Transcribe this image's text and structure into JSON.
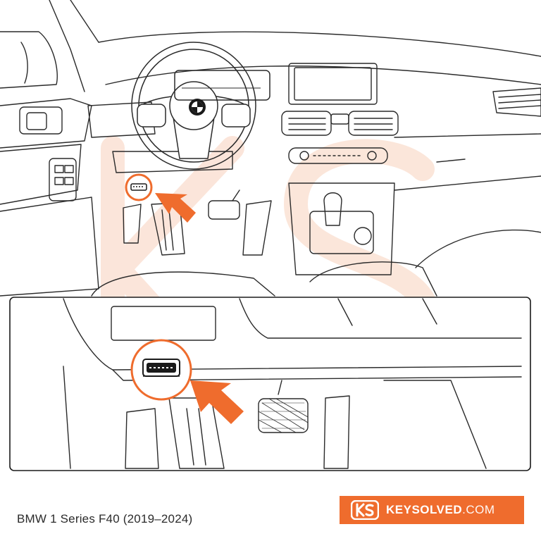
{
  "caption": "BMW 1 Series F40 (2019–2024)",
  "brand": {
    "name": "KEYSOLVED",
    "domain": ".COM",
    "logo_text": "KS"
  },
  "colors": {
    "accent": "#ef6c2d",
    "watermark": "#fbe3d6",
    "line": "#2a2a2a"
  },
  "icons": [
    "steering-wheel-icon",
    "bmw-roundel-icon",
    "obd-port-icon",
    "pointer-arrow-icon",
    "ks-logo-icon"
  ]
}
